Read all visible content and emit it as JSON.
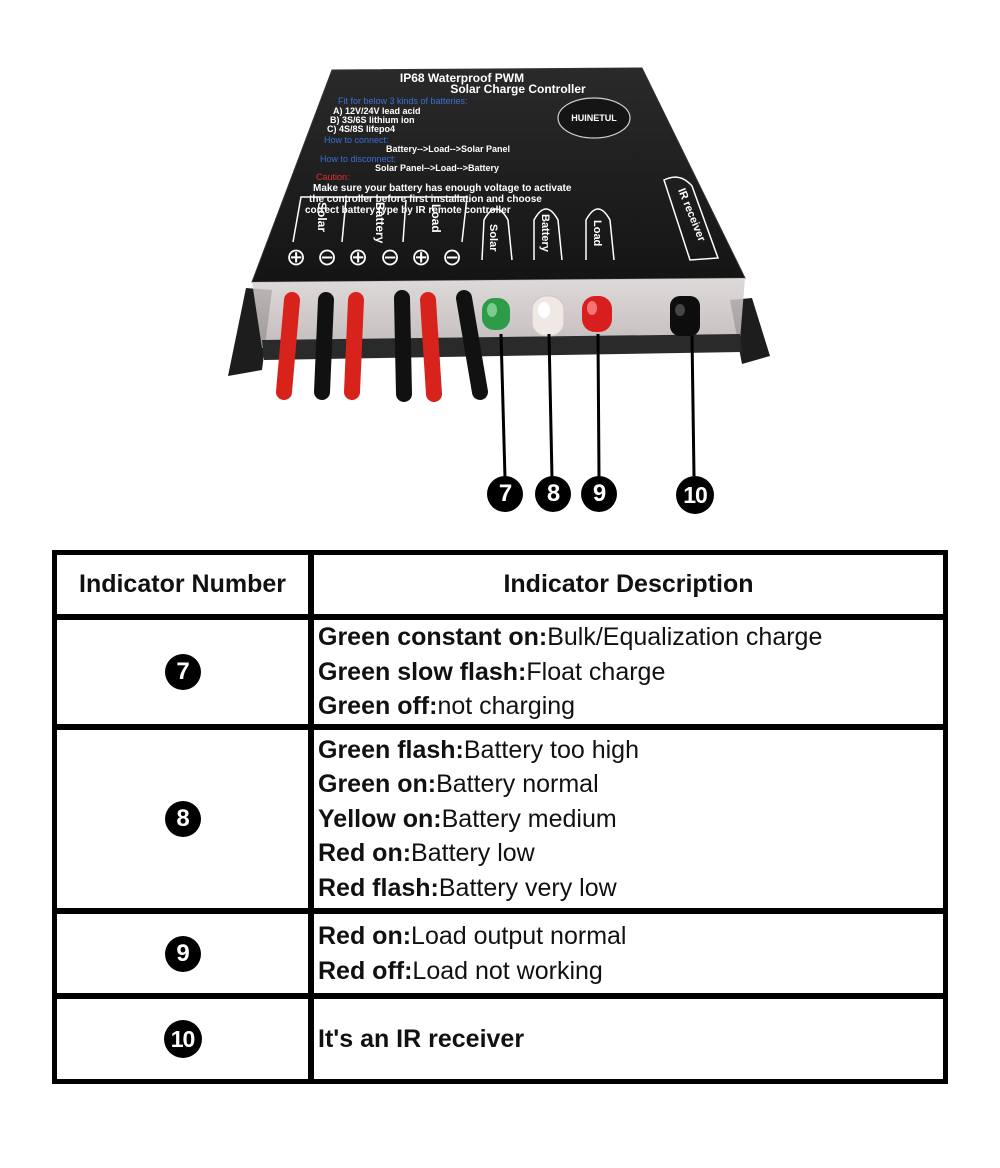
{
  "device": {
    "title_line1": "IP68 Waterproof PWM",
    "title_line2": "Solar Charge Controller",
    "fit_heading": "Fit for below 3 kinds of batteries:",
    "battery_types": [
      "A) 12V/24V lead acid",
      "B) 3S/6S lithium ion",
      "C) 4S/8S lifepo4"
    ],
    "connect_heading": "How to connect:",
    "connect_order": "Battery-->Load-->Solar Panel",
    "disconnect_heading": "How to disconnect:",
    "disconnect_order": "Solar Panel-->Load-->Battery",
    "caution_heading": "Caution:",
    "caution_lines": [
      "Make sure your battery has enough voltage to activate",
      "the controller before first installation and choose",
      "correct battery type by IR remote controller"
    ],
    "brand": "HUINETUL",
    "terminal_labels": [
      "Solar",
      "Battery",
      "Load"
    ],
    "terminal_symbols": [
      "⊕",
      "⊖",
      "⊕",
      "⊖",
      "⊕",
      "⊖"
    ],
    "led_labels": [
      "Solar",
      "Battery",
      "Load"
    ],
    "ir_label": "IR receiver",
    "colors": {
      "body": "#1b1b1b",
      "wire_red": "#d8231c",
      "wire_black": "#111111",
      "led_green": "#2e9b48",
      "led_white": "#efe8e4",
      "led_red": "#d81e1e"
    }
  },
  "callouts": [
    "7",
    "8",
    "9",
    "10"
  ],
  "table": {
    "headers": [
      "Indicator Number",
      "Indicator Description"
    ],
    "rows": [
      {
        "number": "7",
        "lines": [
          {
            "label": "Green constant on:",
            "text": "Bulk/Equalization charge"
          },
          {
            "label": "Green slow flash:",
            "text": "Float charge"
          },
          {
            "label": "Green off:",
            "text": "not charging"
          }
        ]
      },
      {
        "number": "8",
        "lines": [
          {
            "label": "Green flash:",
            "text": "Battery too high"
          },
          {
            "label": "Green on:",
            "text": "Battery normal"
          },
          {
            "label": "Yellow on:",
            "text": "Battery medium"
          },
          {
            "label": "Red on:",
            "text": "Battery low"
          },
          {
            "label": "Red flash:",
            "text": "Battery very low"
          }
        ]
      },
      {
        "number": "9",
        "lines": [
          {
            "label": "Red on:",
            "text": "Load output normal"
          },
          {
            "label": "Red off:",
            "text": "Load not working"
          }
        ]
      },
      {
        "number": "10",
        "single": "It's an IR receiver"
      }
    ]
  }
}
